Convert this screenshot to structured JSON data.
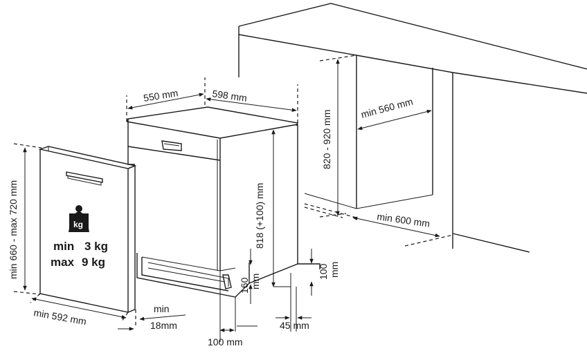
{
  "labels": {
    "depth": "550 mm",
    "width": "598 mm",
    "height": "818 (+100) mm",
    "niche_height": "820 - 920 mm",
    "niche_width": "min 560 mm",
    "niche_depth": "min 600 mm",
    "door_height": "min 660 - max 720 mm",
    "door_width": "min 592 mm",
    "gap_min": "min",
    "gap_18": "18mm",
    "toe_100": "100 mm",
    "toe_45": "45 mm",
    "plinth_160_a": "160",
    "plinth_160_b": "mm",
    "plinth_100_a": "100",
    "plinth_100_b": "mm"
  },
  "door_weight": {
    "unit": "kg",
    "min_label": "min",
    "min_value": "3 kg",
    "max_label": "max",
    "max_value": "9 kg"
  }
}
